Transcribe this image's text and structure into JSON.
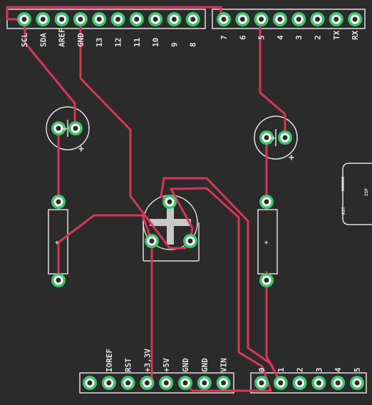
{
  "board": {
    "background": "#2b2b2b",
    "silkscreen_color": "#e0e0e0",
    "trace_color": "#d8355a",
    "pad_ring_color": "#3cc46a",
    "pad_hole_color": "#ffffff",
    "pad_core_color": "#2b2b2b"
  },
  "header_top_left": {
    "labels": [
      "SCL",
      "SDA",
      "AREF",
      "GND",
      "13",
      "12",
      "11",
      "10",
      "9",
      "8"
    ]
  },
  "header_top_right": {
    "labels": [
      "7",
      "6",
      "5",
      "4",
      "3",
      "2",
      "TX",
      "RX"
    ]
  },
  "header_bottom_left": {
    "labels": [
      "IOREF",
      "RST",
      "+3,3V",
      "+5V",
      "GND",
      "GND",
      "VIN"
    ]
  },
  "header_bottom_right": {
    "labels": [
      "0",
      "1",
      "2",
      "3",
      "4",
      "5"
    ]
  },
  "caps": {
    "polarity_mark": "+"
  },
  "resistors": {
    "polarity_mark": "+"
  },
  "side_connector": {
    "label_1": "RST",
    "label_2": "ISP"
  }
}
